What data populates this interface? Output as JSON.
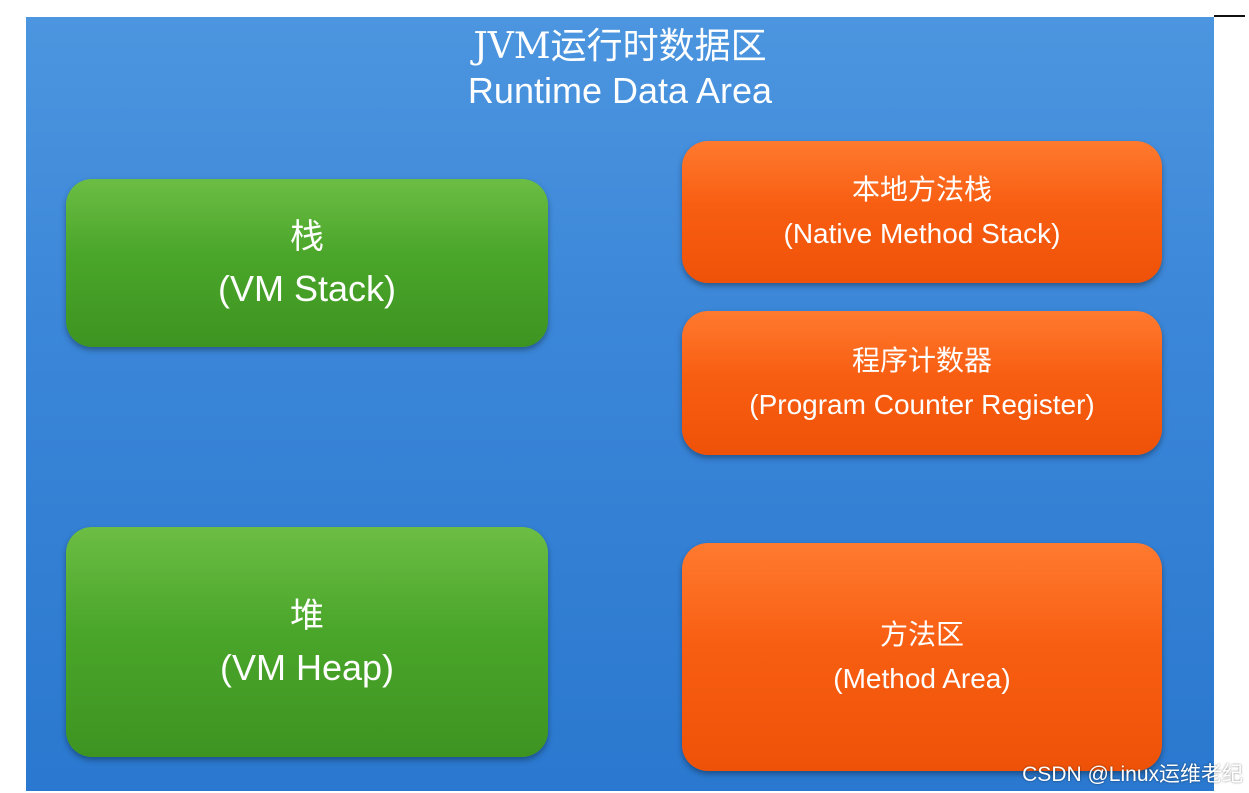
{
  "title": {
    "zh": "JVM运行时数据区",
    "en": "Runtime Data Area"
  },
  "boxes": {
    "vm_stack": {
      "zh": "栈",
      "en": "(VM Stack)",
      "color": "#4aa62a"
    },
    "vm_heap": {
      "zh": "堆",
      "en": "(VM Heap)",
      "color": "#4aa62a"
    },
    "native_method_stack": {
      "zh": "本地方法栈",
      "en": "(Native Method Stack)",
      "color": "#f85e12"
    },
    "program_counter_register": {
      "zh": "程序计数器",
      "en": "(Program Counter Register)",
      "color": "#f85e12"
    },
    "method_area": {
      "zh": "方法区",
      "en": "(Method Area)",
      "color": "#f85e12"
    }
  },
  "background_color": "#3b86d8",
  "watermark": "CSDN @Linux运维老纪"
}
